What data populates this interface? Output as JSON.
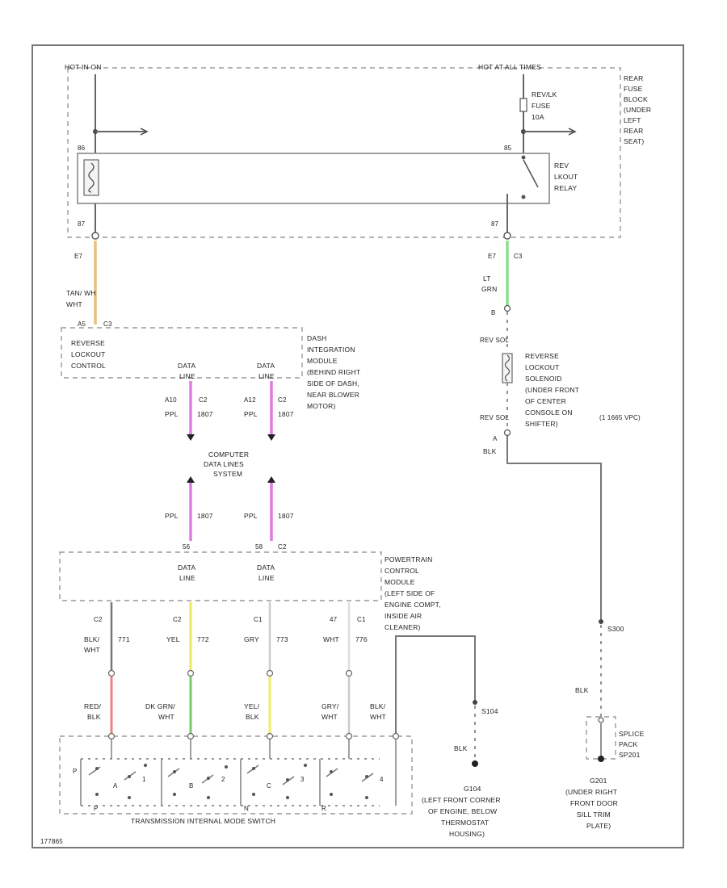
{
  "fuse_block": {
    "hot_run": "HOT IN ON",
    "hot_all_times": "HOT AT ALL TIMES",
    "fuse": [
      "REV/LK",
      "FUSE",
      "10A"
    ],
    "relay": [
      "REV",
      "LKOUT",
      "RELAY"
    ],
    "location": [
      "REAR",
      "FUSE",
      "BLOCK",
      "(UNDER",
      "LEFT",
      "REAR",
      "SEAT)"
    ],
    "pin_86": "86",
    "pin_85": "85",
    "pin_87": "87",
    "pin_87b": "87"
  },
  "left_branch": {
    "pin_e7": "E7",
    "wire": [
      "TAN/ WH",
      "WHT"
    ],
    "dim_a": "A5",
    "dim_b": "C3",
    "module": [
      "REVERSE",
      "LOCKOUT",
      "CONTROL"
    ],
    "dim_location": [
      "DASH",
      "INTEGRATION",
      "MODULE",
      "(BEHIND RIGHT",
      "SIDE OF DASH,",
      "NEAR BLOWER",
      "MOTOR)"
    ],
    "data_line_1": [
      "DATA",
      "LINE"
    ],
    "data_line_2": [
      "DATA",
      "LINE"
    ],
    "pin_1a": "A10",
    "conn_1": "C2",
    "pin_2a": "A12",
    "conn_2": "C2",
    "ppl_1": "PPL",
    "code_1": "1807",
    "ppl_2": "PPL",
    "code_2": "1807"
  },
  "data_bus": {
    "label": [
      "COMPUTER",
      "DATA LINES",
      "SYSTEM"
    ],
    "ppl_1": "PPL",
    "code_1": "1807",
    "ppl_2": "PPL",
    "code_2": "1807"
  },
  "pcm": {
    "pin_1": "56",
    "pin_2": "58",
    "conn": "C2",
    "data_line_1": [
      "DATA",
      "LINE"
    ],
    "data_line_2": [
      "DATA",
      "LINE"
    ],
    "location": [
      "POWERTRAIN",
      "CONTROL",
      "MODULE",
      "(LEFT SIDE OF",
      "ENGINE COMPT,",
      "INSIDE AIR",
      "CLEANER)"
    ],
    "pins": [
      "C2",
      "C2",
      "C1",
      "47",
      "C1"
    ],
    "wires_top": [
      [
        "BLK/",
        "WHT"
      ],
      [
        "YEL",
        ""
      ],
      [
        "GRY",
        ""
      ],
      [
        "WHT",
        ""
      ]
    ],
    "wire_codes": [
      "771",
      "772",
      "773",
      "776"
    ],
    "wires_bottom": [
      [
        "RED/",
        "BLK"
      ],
      [
        "DK GRN/",
        "WHT"
      ],
      [
        "YEL/",
        "BLK"
      ],
      [
        "GRY/",
        "WHT"
      ],
      [
        "BLK/",
        "WHT"
      ]
    ]
  },
  "switch": {
    "title": "TRANSMISSION INTERNAL MODE SWITCH",
    "letters": [
      "P",
      "A",
      "B",
      "C",
      "P",
      "N",
      "R"
    ],
    "numbers": [
      "1",
      "2",
      "3",
      "4"
    ]
  },
  "solenoid": {
    "pin_e7": "E7",
    "conn": "C3",
    "wire": [
      "LT",
      "GRN"
    ],
    "pin_b": "B",
    "solenoid_side": "REV SOL",
    "label": [
      "REVERSE",
      "LOCKOUT",
      "SOLENOID",
      "(UNDER FRONT",
      "OF CENTER",
      "CONSOLE ON",
      "SHIFTER)"
    ],
    "note": "(1 1665 VPC)",
    "pin_a": "A",
    "wire_blk": "BLK"
  },
  "grounds": {
    "s300": "S300",
    "blk": "BLK",
    "splice": [
      "SPLICE",
      "PACK",
      "SP201"
    ],
    "g201": [
      "G201",
      "(UNDER RIGHT",
      "FRONT DOOR",
      "SILL TRIM",
      "PLATE)"
    ],
    "s104": "S104",
    "blk2": "BLK",
    "g104": [
      "G104",
      "(LEFT FRONT CORNER",
      "OF ENGINE, BELOW",
      "THERMOSTAT",
      "HOUSING)"
    ]
  },
  "figure_id": "177865",
  "wire_colors": {
    "tan": "#e8c27a",
    "lt_grn": "#8ee08e",
    "ppl": "#e07ae6",
    "red": "#f08080",
    "yel": "#eeee66",
    "dk_grn": "#77cc66",
    "gray": "#666666"
  }
}
